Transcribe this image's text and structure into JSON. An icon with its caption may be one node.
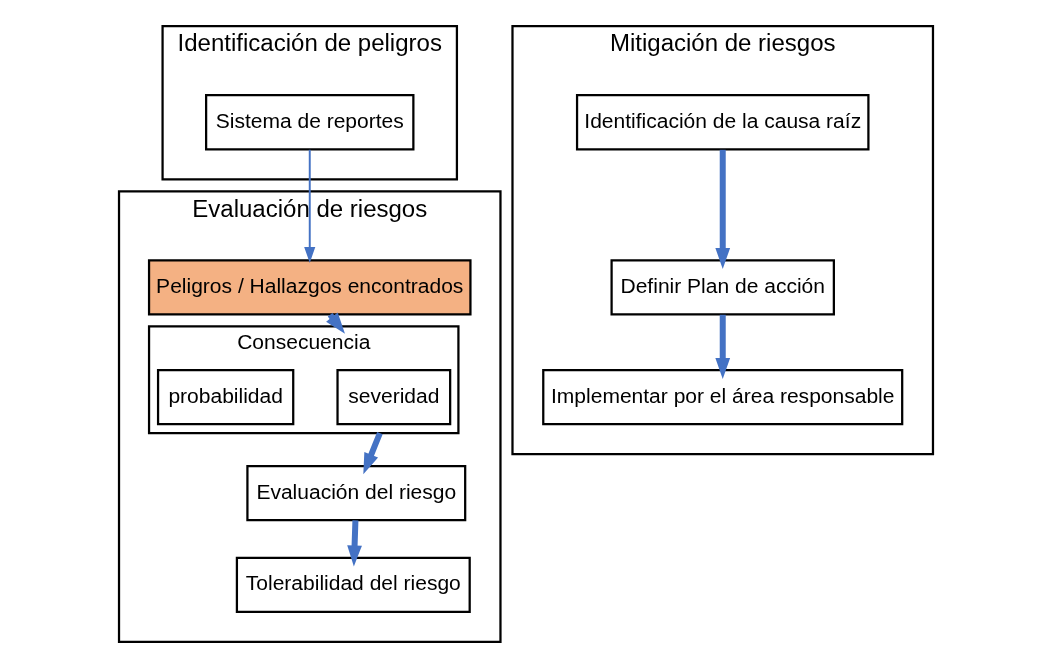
{
  "diagram": {
    "nodes": [
      {
        "text": [
          "Identificación de peligros"
        ]
      },
      {
        "text": [
          "Evaluación de riesgos"
        ]
      },
      {
        "text": [
          "Mitigación de riesgos"
        ]
      },
      {
        "text": [
          "Sistema de reportes"
        ],
        "in": 0
      },
      {
        "text": [
          "Peligros / Hallazgos encontrados"
        ],
        "in": 1
      },
      {
        "text": [
          "Consecuencia"
        ],
        "in": 1
      },
      {
        "text": [
          "severidad"
        ],
        "in": 5
      },
      {
        "text": [
          "probabilidad"
        ],
        "in": 5
      },
      {
        "text": [
          "Evaluación del riesgo"
        ],
        "in": 1
      },
      {
        "text": [
          "Tolerabilidad del riesgo"
        ],
        "in": 1
      },
      {
        "text": [
          "Identificación de la causa raíz"
        ],
        "in": 2
      },
      {
        "text": [
          "Definir Plan de acción"
        ],
        "in": 2
      },
      {
        "text": [
          "Implementar por el área responsable"
        ],
        "in": 2
      }
    ],
    "edges": [
      {
        "from": 3,
        "to": 4,
        "arrow": "to"
      },
      {
        "from": 4,
        "to": 5,
        "arrow": "to"
      },
      {
        "from": 5,
        "to": 8,
        "arrow": "to"
      },
      {
        "from": 8,
        "to": 9,
        "arrow": "to"
      },
      {
        "from": 10,
        "to": 11,
        "arrow": "to"
      },
      {
        "from": 11,
        "to": 12,
        "arrow": "to"
      }
    ]
  }
}
